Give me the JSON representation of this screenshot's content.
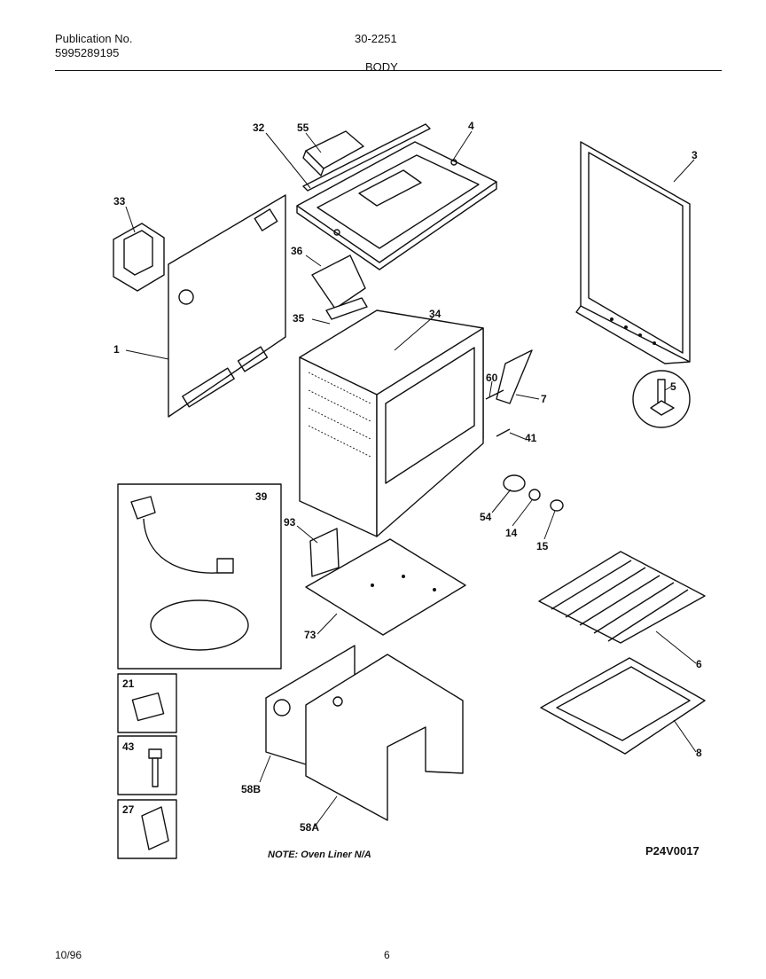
{
  "header": {
    "publication_label": "Publication No.",
    "publication_number": "5995289195",
    "document_code": "30-2251",
    "section_title": "BODY"
  },
  "callouts": [
    "32",
    "55",
    "4",
    "3",
    "33",
    "36",
    "35",
    "34",
    "1",
    "60",
    "7",
    "5",
    "41",
    "54",
    "14",
    "15",
    "39",
    "93",
    "73",
    "6",
    "8",
    "21",
    "43",
    "27",
    "58B",
    "58A"
  ],
  "note": "NOTE: Oven Liner N/A",
  "figure_code": "P24V0017",
  "footer": {
    "date": "10/96",
    "page": "6"
  }
}
